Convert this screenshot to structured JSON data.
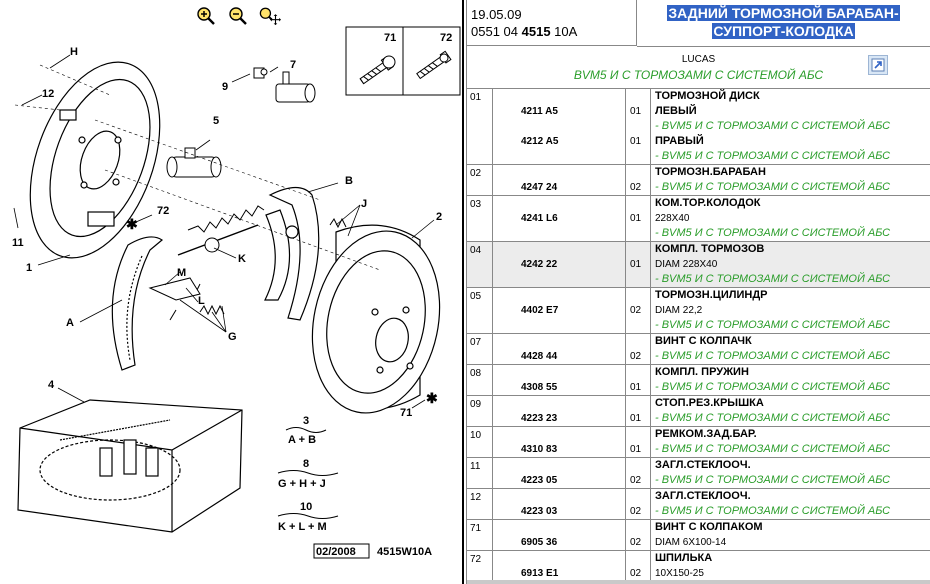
{
  "header": {
    "date": "19.05.09",
    "code_prefix": "0551 04",
    "code_bold": "4515",
    "code_suffix": "10A",
    "title_line1": "ЗАДНИЙ ТОРМОЗНОЙ БАРАБАН-",
    "title_line2": "СУППОРТ-КОЛОДКА"
  },
  "supplier": {
    "name": "LUCAS",
    "note": "BVM5 И С ТОРМОЗАМИ С СИСТЕМОЙ АБС"
  },
  "toolbar": {
    "icons": [
      "zoom-in-icon",
      "zoom-out-icon",
      "zoom-pan-icon"
    ]
  },
  "diagram": {
    "inset_labels": [
      "71",
      "72"
    ],
    "callouts": [
      "H",
      "12",
      "11",
      "1",
      "9",
      "7",
      "5",
      "B",
      "J",
      "2",
      "72",
      "M",
      "L",
      "K",
      "A",
      "G",
      "4",
      "71"
    ],
    "kits": [
      {
        "num": "3",
        "formula": "A + B"
      },
      {
        "num": "8",
        "formula": "G + H + J"
      },
      {
        "num": "10",
        "formula": "K + L + M"
      }
    ],
    "date_code": "02/2008",
    "drawing_code": "4515W10A"
  },
  "parts": [
    {
      "num": "01",
      "lines": [
        {
          "code": "4211 A5",
          "qty": "",
          "text": "ТОРМОЗНОЙ ДИСК",
          "kind": "name",
          "codeRow": false
        },
        {
          "code": "4211 A5",
          "qty": "01",
          "text": "ЛЕВЫЙ",
          "kind": "name"
        },
        {
          "code": "",
          "qty": "",
          "text": "- BVM5 И С ТОРМОЗАМИ С СИСТЕМОЙ АБС",
          "kind": "note"
        },
        {
          "code": "4212 A5",
          "qty": "01",
          "text": "ПРАВЫЙ",
          "kind": "name"
        },
        {
          "code": "",
          "qty": "",
          "text": "- BVM5 И С ТОРМОЗАМИ С СИСТЕМОЙ АБС",
          "kind": "note"
        }
      ]
    },
    {
      "num": "02",
      "lines": [
        {
          "code": "",
          "qty": "",
          "text": "ТОРМОЗН.БАРАБАН",
          "kind": "name"
        },
        {
          "code": "4247 24",
          "qty": "02",
          "text": "- BVM5 И С ТОРМОЗАМИ С СИСТЕМОЙ АБС",
          "kind": "note"
        }
      ]
    },
    {
      "num": "03",
      "lines": [
        {
          "code": "",
          "qty": "",
          "text": "КОМ.ТОР.КОЛОДОК",
          "kind": "name"
        },
        {
          "code": "4241 L6",
          "qty": "01",
          "text": "228X40",
          "kind": "dim"
        },
        {
          "code": "",
          "qty": "",
          "text": "- BVM5 И С ТОРМОЗАМИ С СИСТЕМОЙ АБС",
          "kind": "note"
        }
      ]
    },
    {
      "num": "04",
      "hl": true,
      "lines": [
        {
          "code": "",
          "qty": "",
          "text": "КОМПЛ. ТОРМОЗОВ",
          "kind": "name"
        },
        {
          "code": "4242 22",
          "qty": "01",
          "text": "DIAM 228X40",
          "kind": "dim"
        },
        {
          "code": "",
          "qty": "",
          "text": "- BVM5 И С ТОРМОЗАМИ С СИСТЕМОЙ АБС",
          "kind": "note"
        }
      ]
    },
    {
      "num": "05",
      "lines": [
        {
          "code": "",
          "qty": "",
          "text": "ТОРМОЗН.ЦИЛИНДР",
          "kind": "name"
        },
        {
          "code": "4402 E7",
          "qty": "02",
          "text": "DIAM 22,2",
          "kind": "dim"
        },
        {
          "code": "",
          "qty": "",
          "text": "- BVM5 И С ТОРМОЗАМИ С СИСТЕМОЙ АБС",
          "kind": "note"
        }
      ]
    },
    {
      "num": "07",
      "lines": [
        {
          "code": "",
          "qty": "",
          "text": "ВИНТ С КОЛПАЧК",
          "kind": "name"
        },
        {
          "code": "4428 44",
          "qty": "02",
          "text": "- BVM5 И С ТОРМОЗАМИ С СИСТЕМОЙ АБС",
          "kind": "note"
        }
      ]
    },
    {
      "num": "08",
      "lines": [
        {
          "code": "",
          "qty": "",
          "text": "КОМПЛ. ПРУЖИН",
          "kind": "name"
        },
        {
          "code": "4308 55",
          "qty": "01",
          "text": "- BVM5 И С ТОРМОЗАМИ С СИСТЕМОЙ АБС",
          "kind": "note"
        }
      ]
    },
    {
      "num": "09",
      "lines": [
        {
          "code": "",
          "qty": "",
          "text": "СТОП.РЕЗ.КРЫШКА",
          "kind": "name"
        },
        {
          "code": "4223 23",
          "qty": "01",
          "text": "- BVM5 И С ТОРМОЗАМИ С СИСТЕМОЙ АБС",
          "kind": "note"
        }
      ]
    },
    {
      "num": "10",
      "lines": [
        {
          "code": "",
          "qty": "",
          "text": "РЕМКОМ.ЗАД.БАР.",
          "kind": "name"
        },
        {
          "code": "4310 83",
          "qty": "01",
          "text": "- BVM5 И С ТОРМОЗАМИ С СИСТЕМОЙ АБС",
          "kind": "note"
        }
      ]
    },
    {
      "num": "11",
      "lines": [
        {
          "code": "",
          "qty": "",
          "text": "ЗАГЛ.СТЕКЛООЧ.",
          "kind": "name"
        },
        {
          "code": "4223 05",
          "qty": "02",
          "text": "- BVM5 И С ТОРМОЗАМИ С СИСТЕМОЙ АБС",
          "kind": "note"
        }
      ]
    },
    {
      "num": "12",
      "lines": [
        {
          "code": "",
          "qty": "",
          "text": "ЗАГЛ.СТЕКЛООЧ.",
          "kind": "name"
        },
        {
          "code": "4223 03",
          "qty": "02",
          "text": "- BVM5 И С ТОРМОЗАМИ С СИСТЕМОЙ АБС",
          "kind": "note"
        }
      ]
    },
    {
      "num": "71",
      "lines": [
        {
          "code": "",
          "qty": "",
          "text": "ВИНТ С КОЛПАКОМ",
          "kind": "name"
        },
        {
          "code": "6905 36",
          "qty": "02",
          "text": "DIAM 6X100-14",
          "kind": "dim"
        }
      ]
    },
    {
      "num": "72",
      "lines": [
        {
          "code": "",
          "qty": "",
          "text": "ШПИЛЬКА",
          "kind": "name"
        },
        {
          "code": "6913 E1",
          "qty": "02",
          "text": "10X150-25",
          "kind": "dim"
        }
      ]
    }
  ],
  "colors": {
    "title_bg": "#3163c5",
    "note_green": "#2a9d2a",
    "highlight_row": "#ececec"
  }
}
